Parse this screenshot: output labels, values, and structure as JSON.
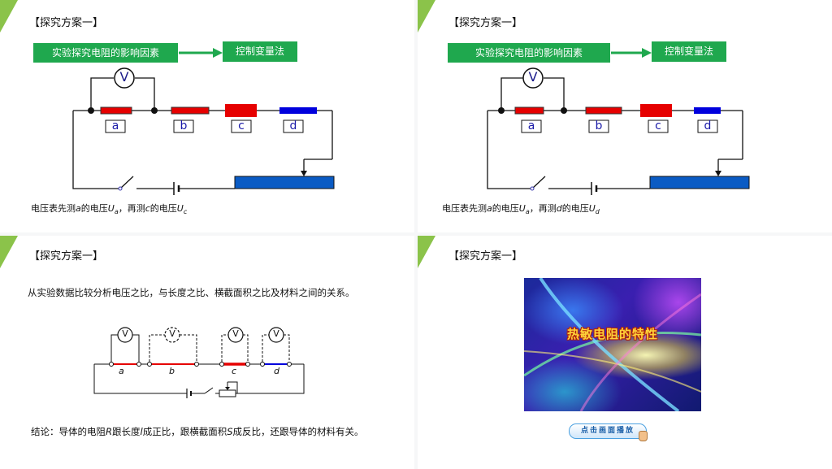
{
  "colors": {
    "accent_green": "#1fa84e",
    "red": "#e60000",
    "blue": "#0000dd",
    "slider_blue": "#0a5bc4"
  },
  "slide1": {
    "title": "【探究方案一】",
    "factor_box": "实验探究电阻的影响因素",
    "method_box": "控制变量法",
    "voltmeter": "V",
    "labels": [
      "a",
      "b",
      "c",
      "d"
    ],
    "caption": {
      "p1": "电压表先测",
      "v1": "a",
      "p2": "的电压",
      "u": "U",
      "s1": "a",
      "p3": "，再测",
      "v2": "c",
      "p4": "的电压",
      "s2": "c"
    }
  },
  "slide2": {
    "title": "【探究方案一】",
    "factor_box": "实验探究电阻的影响因素",
    "method_box": "控制变量法",
    "voltmeter": "V",
    "labels": [
      "a",
      "b",
      "c",
      "d"
    ],
    "caption": {
      "p1": "电压表先测",
      "v1": "a",
      "p2": "的电压",
      "u": "U",
      "s1": "a",
      "p3": "，再测",
      "v2": "d",
      "p4": "的电压",
      "s2": "d"
    }
  },
  "slide3": {
    "title": "【探究方案一】",
    "text": "从实验数据比较分析电压之比，与长度之比、横截面积之比及材料之间的关系。",
    "voltmeter": "V",
    "labels": [
      "a",
      "b",
      "c",
      "d"
    ],
    "conclusion": {
      "p1": "结论：导体的电阻",
      "r": "R",
      "p2": "跟长度",
      "l": "l",
      "p3": "成正比，跟横截面积",
      "s": "S",
      "p4": "成反比，还跟导体的材料有关。"
    }
  },
  "slide4": {
    "title": "【探究方案一】",
    "video_title": "热敏电阻的特性",
    "play_button": "点击画面播放"
  }
}
